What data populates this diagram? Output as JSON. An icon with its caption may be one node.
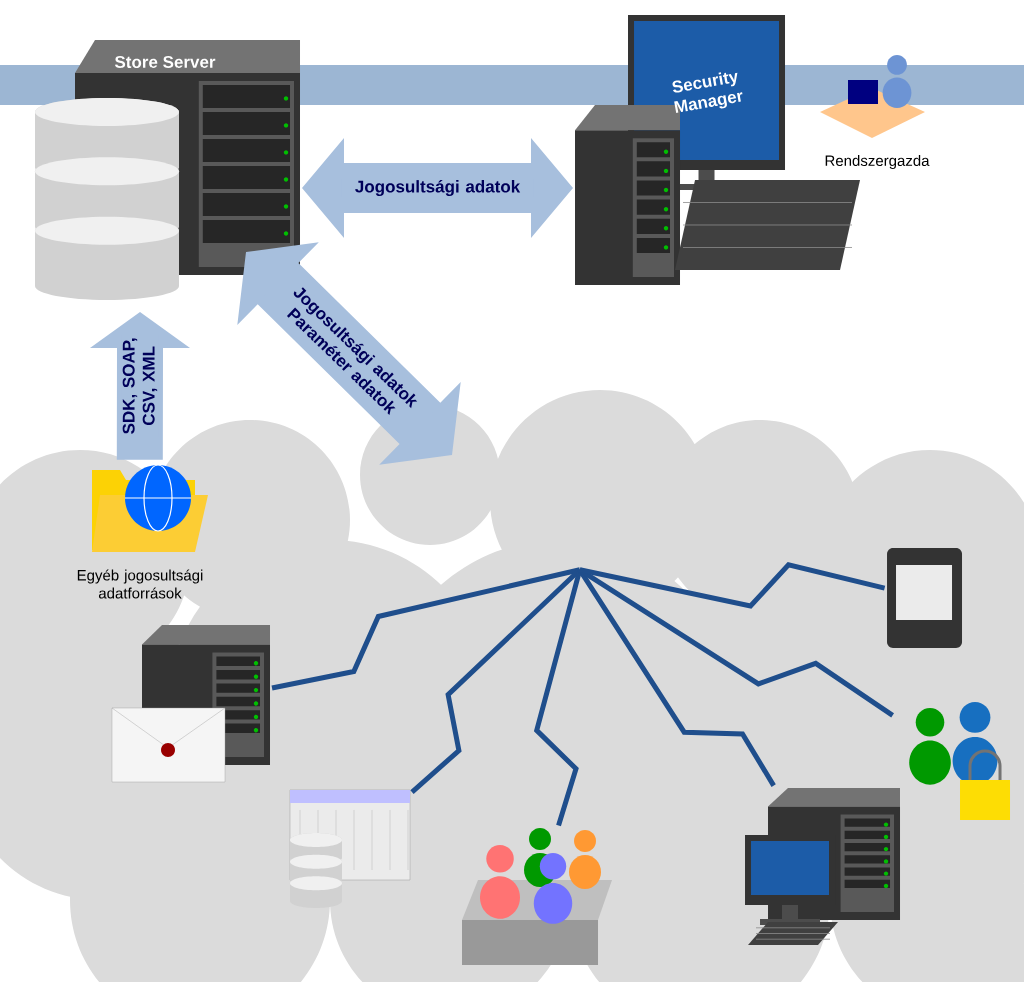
{
  "diagram": {
    "nodes": [
      {
        "text": [
          "Store Server"
        ]
      },
      {
        "text": [
          "Security Manager"
        ]
      },
      {
        "text": [
          "Rendszergazda"
        ]
      },
      {
        "text": [
          "Egyéb jogosultsági adatforrások"
        ],
        "in": 4
      },
      {
        "text": [],
        "shape": "cloud"
      },
      {
        "text": [],
        "shape": "picture",
        "in": 4
      },
      {
        "text": [],
        "shape": "picture",
        "in": 4
      },
      {
        "text": [],
        "shape": "picture",
        "in": 4
      },
      {
        "text": [],
        "shape": "picture",
        "in": 4
      },
      {
        "text": [],
        "shape": "picture",
        "in": 4
      },
      {
        "text": [],
        "shape": "picture",
        "in": 4
      }
    ],
    "edges": [
      {
        "from": 0,
        "to": 1,
        "arrow": "both",
        "label": "Jogosultsági adatok",
        "style": "thick",
        "color": "#a7bfdd"
      },
      {
        "from": 3,
        "to": 0,
        "arrow": "to",
        "label": "SDK, SOAP, CSV, XML",
        "style": "thick",
        "color": "#a7bfdd"
      },
      {
        "from": 4,
        "to": 0,
        "arrow": "both",
        "label": "Jogosultsági adatok Paraméter adatok",
        "style": "thick",
        "color": "#a7bfdd"
      },
      {
        "from": 4,
        "to": 5,
        "arrow": "none"
      },
      {
        "from": 4,
        "to": 6,
        "arrow": "none"
      },
      {
        "from": 4,
        "to": 7,
        "arrow": "none"
      },
      {
        "from": 4,
        "to": 8,
        "arrow": "none"
      },
      {
        "from": 4,
        "to": 9,
        "arrow": "none"
      },
      {
        "from": 4,
        "to": 10,
        "arrow": "none"
      }
    ]
  }
}
